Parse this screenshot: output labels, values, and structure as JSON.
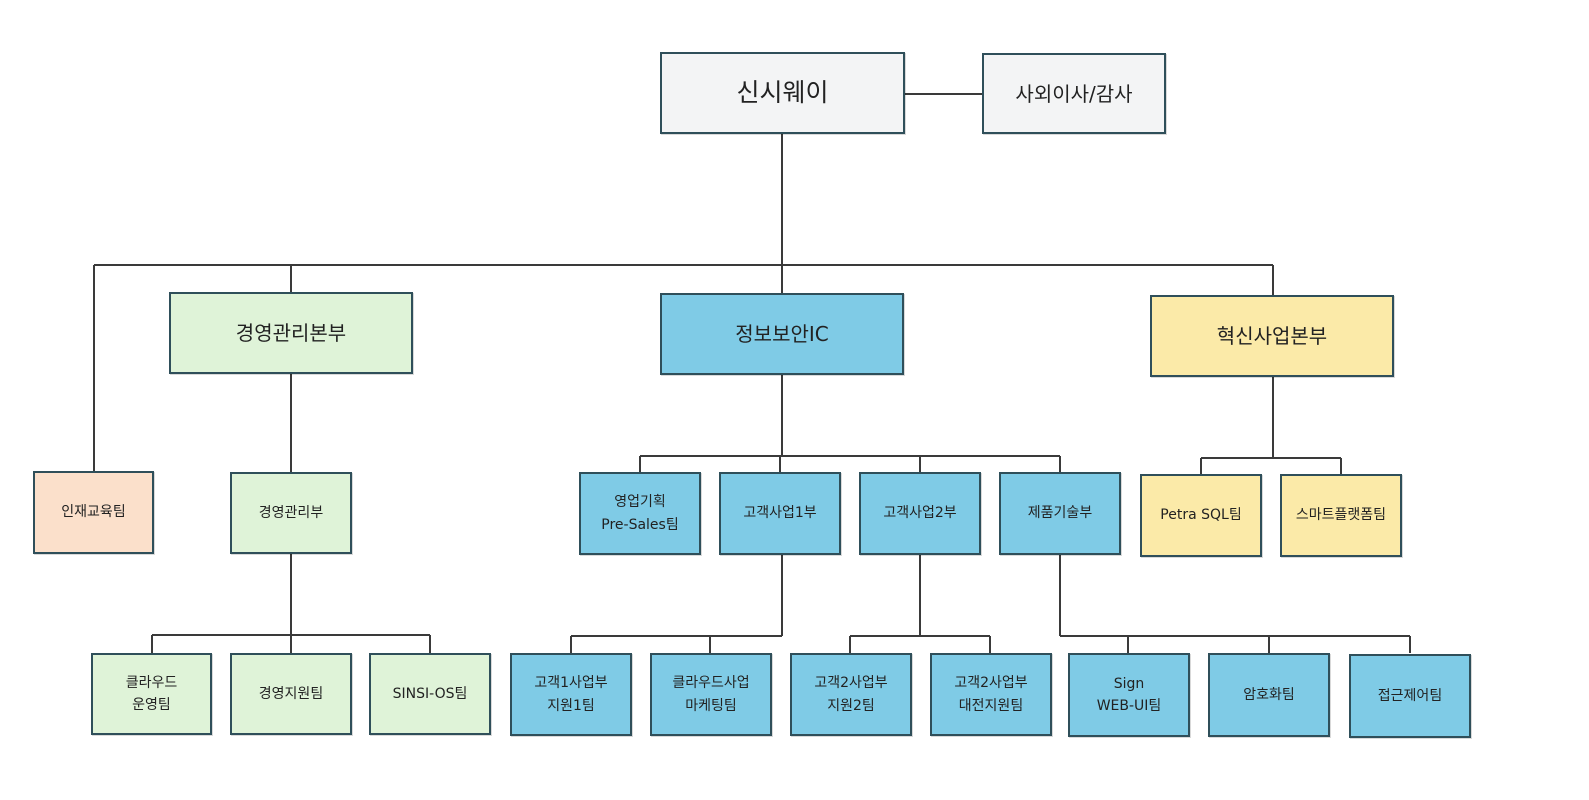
{
  "colors": {
    "top": "#f3f4f5",
    "green": "#dff3d8",
    "blue": "#7fcbe6",
    "yellow": "#fbeaa8",
    "orange": "#fbe0cb",
    "line": "#3a3a3a"
  },
  "top": {
    "ceo": "신시웨이",
    "board": "사외이사/감사"
  },
  "divisions": {
    "mgmt": "경영관리본부",
    "security": "정보보안IC",
    "innovation": "혁신사업본부"
  },
  "teams": {
    "hr_edu": "인재교육팀",
    "mgmt_dept": "경영관리부",
    "sales_plan": [
      "영업기획",
      "Pre-Sales팀"
    ],
    "cust1": "고객사업1부",
    "cust2": "고객사업2부",
    "product_tech": "제품기술부",
    "petra": "Petra SQL팀",
    "smart": "스마트플랫폼팀"
  },
  "subteams": {
    "cloud_ops": [
      "클라우드",
      "운영팀"
    ],
    "mgmt_support": "경영지원팀",
    "sinsi_os": "SINSI-OS팀",
    "cust1_support": [
      "고객1사업부",
      "지원1팀"
    ],
    "cloud_mkt": [
      "클라우드사업",
      "마케팅팀"
    ],
    "cust2_support": [
      "고객2사업부",
      "지원2팀"
    ],
    "cust2_daejeon": [
      "고객2사업부",
      "대전지원팀"
    ],
    "sign_web": [
      "Sign",
      "WEB-UI팀"
    ],
    "crypto": "암호화팀",
    "access": "접근제어팀"
  }
}
